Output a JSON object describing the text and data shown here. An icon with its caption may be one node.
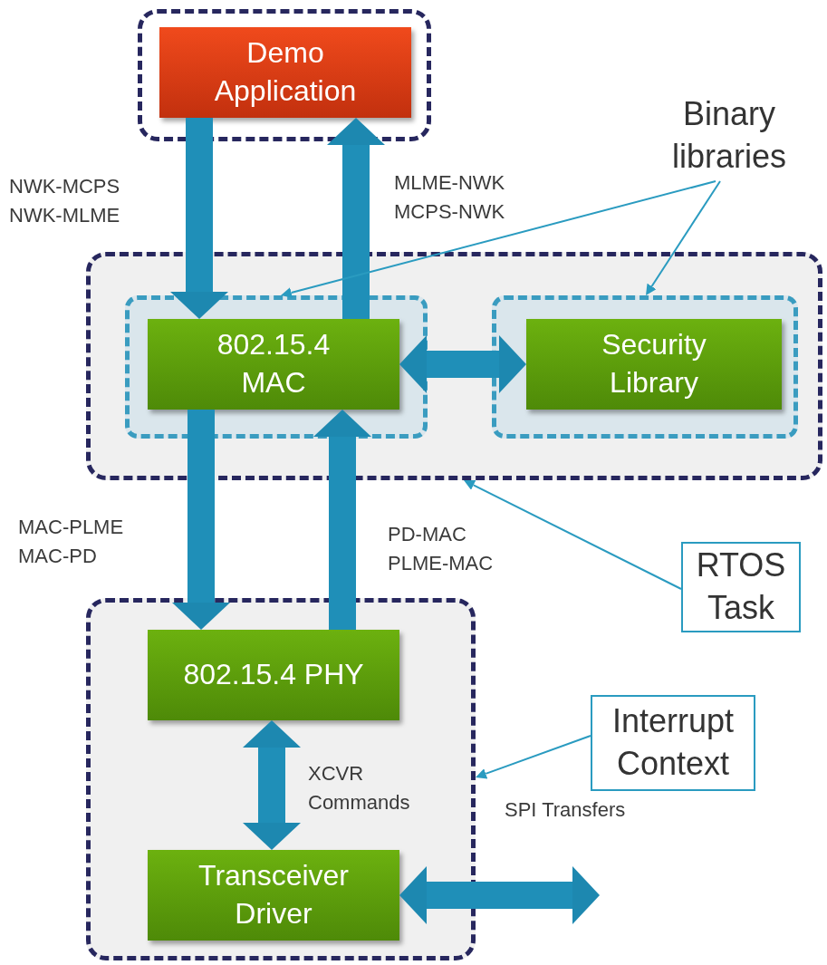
{
  "diagram": {
    "nodes": [
      {
        "text": [],
        "shape": "box"
      },
      {
        "text": [
          "Demo Application"
        ],
        "in": 0
      },
      {
        "text": [],
        "shape": "box"
      },
      {
        "text": [],
        "shape": "box",
        "in": 2
      },
      {
        "text": [
          "802.15.4 MAC"
        ],
        "in": 3
      },
      {
        "text": [],
        "shape": "box",
        "in": 2
      },
      {
        "text": [
          "Security Library"
        ],
        "in": 5
      },
      {
        "text": [],
        "shape": "box"
      },
      {
        "text": [
          "802.15.4 PHY"
        ],
        "in": 7
      },
      {
        "text": [
          "Transceiver Driver"
        ],
        "in": 7
      },
      {
        "text": [
          "Binary libraries"
        ]
      },
      {
        "text": [
          "RTOS Task"
        ]
      },
      {
        "text": [
          "Interrupt Context"
        ]
      }
    ],
    "edges": [
      {
        "from": 1,
        "to": 4,
        "arrow": "to",
        "label": "NWK-MCPS NWK-MLME"
      },
      {
        "from": 4,
        "to": 1,
        "arrow": "to",
        "label": "MLME-NWK MCPS-NWK"
      },
      {
        "from": 4,
        "to": 6,
        "arrow": "both"
      },
      {
        "from": 4,
        "to": 8,
        "arrow": "to",
        "label": "MAC-PLME MAC-PD"
      },
      {
        "from": 8,
        "to": 4,
        "arrow": "to",
        "label": "PD-MAC PLME-MAC"
      },
      {
        "from": 8,
        "to": 9,
        "arrow": "both",
        "label": "XCVR Commands"
      },
      {
        "from": 9,
        "to": null,
        "arrow": "both",
        "label": "SPI Transfers"
      },
      {
        "from": 10,
        "to": 3,
        "arrow": "to"
      },
      {
        "from": 10,
        "to": 5,
        "arrow": "to"
      },
      {
        "from": 11,
        "to": 2,
        "arrow": "to"
      },
      {
        "from": 12,
        "to": 7,
        "arrow": "to"
      }
    ]
  }
}
